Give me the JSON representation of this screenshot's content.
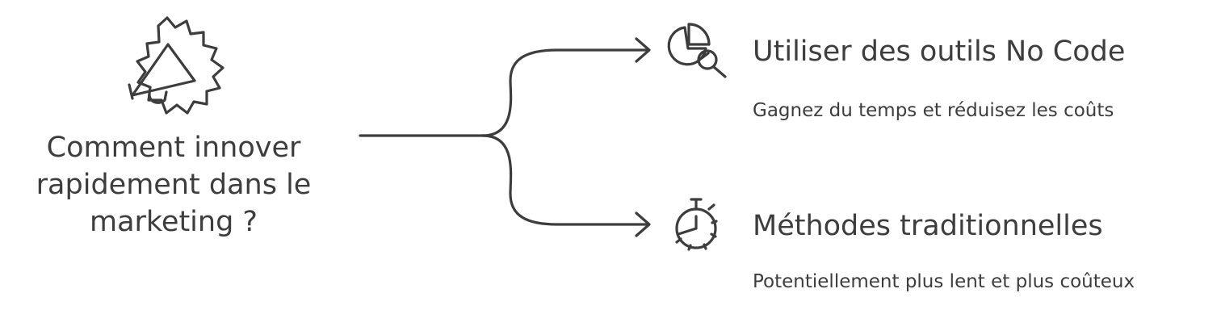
{
  "question": "Comment innover rapidement dans le marketing ?",
  "icons": {
    "question": "megaphone-icon",
    "option_1": "pie-chart-search-icon",
    "option_2": "stopwatch-icon"
  },
  "options": [
    {
      "title": "Utiliser des outils No Code",
      "description": "Gagnez du temps et réduisez les coûts"
    },
    {
      "title": "Méthodes traditionnelles",
      "description": "Potentiellement plus lent et plus coûteux"
    }
  ],
  "colors": {
    "ink": "#3d3d3d",
    "background": "#ffffff"
  }
}
